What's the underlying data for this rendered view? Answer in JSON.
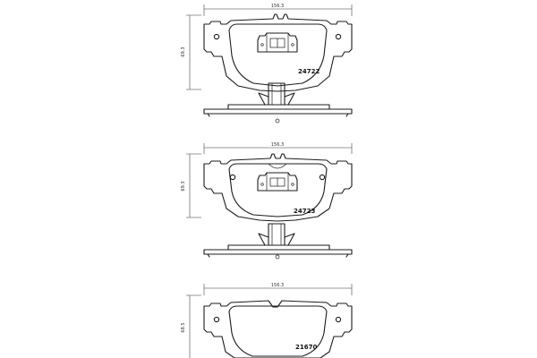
{
  "views": [
    {
      "width_label": "156.3",
      "height_label": "69.3",
      "part_number": "24722"
    },
    {
      "width_label": "156.3",
      "height_label": "69.3",
      "part_number": "24723"
    },
    {
      "width_label": "156.3",
      "height_label": "68.5",
      "part_number": "21670"
    }
  ]
}
